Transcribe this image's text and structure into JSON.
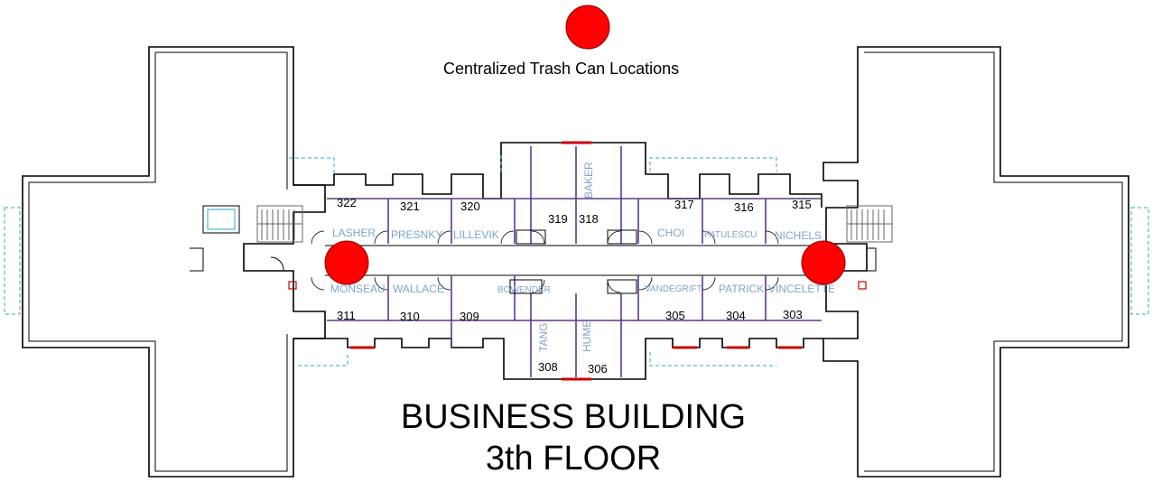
{
  "legend": {
    "label": "Centralized Trash Can Locations",
    "marker_color": "#ff0000"
  },
  "title": {
    "line1": "BUSINESS BUILDING",
    "line2": "3th FLOOR"
  },
  "colors": {
    "room_name": "#7fa6c9",
    "wall": "#000000",
    "interior_wall": "#5b3a8a",
    "dashed_outline": "#29a9c9",
    "trash_marker": "#ff0000"
  },
  "rooms": {
    "r322": {
      "number": "322",
      "occupant": "LASHER"
    },
    "r321": {
      "number": "321",
      "occupant": "PRESNKY"
    },
    "r320": {
      "number": "320",
      "occupant": "LILLEVIK"
    },
    "r319": {
      "number": "319",
      "occupant": ""
    },
    "r318": {
      "number": "318",
      "occupant": "BAKER"
    },
    "r317": {
      "number": "317",
      "occupant": "CHOI"
    },
    "r316": {
      "number": "316",
      "occupant": "PATULESCU"
    },
    "r315": {
      "number": "315",
      "occupant": "NICHELS"
    },
    "r311": {
      "number": "311",
      "occupant": "MONSEAU"
    },
    "r310": {
      "number": "310",
      "occupant": "WALLACE"
    },
    "r309": {
      "number": "309",
      "occupant": "BOWENDER"
    },
    "r308": {
      "number": "308",
      "occupant": "TANG"
    },
    "r306": {
      "number": "306",
      "occupant": "HUME"
    },
    "r305": {
      "number": "305",
      "occupant": "VANDEGRIFT"
    },
    "r304": {
      "number": "304",
      "occupant": "PATRICK"
    },
    "r303": {
      "number": "303",
      "occupant": "VINCELETTE"
    }
  },
  "trash_locations": [
    {
      "name": "west-corridor",
      "marker_color": "#ff0000"
    },
    {
      "name": "east-corridor",
      "marker_color": "#ff0000"
    }
  ]
}
